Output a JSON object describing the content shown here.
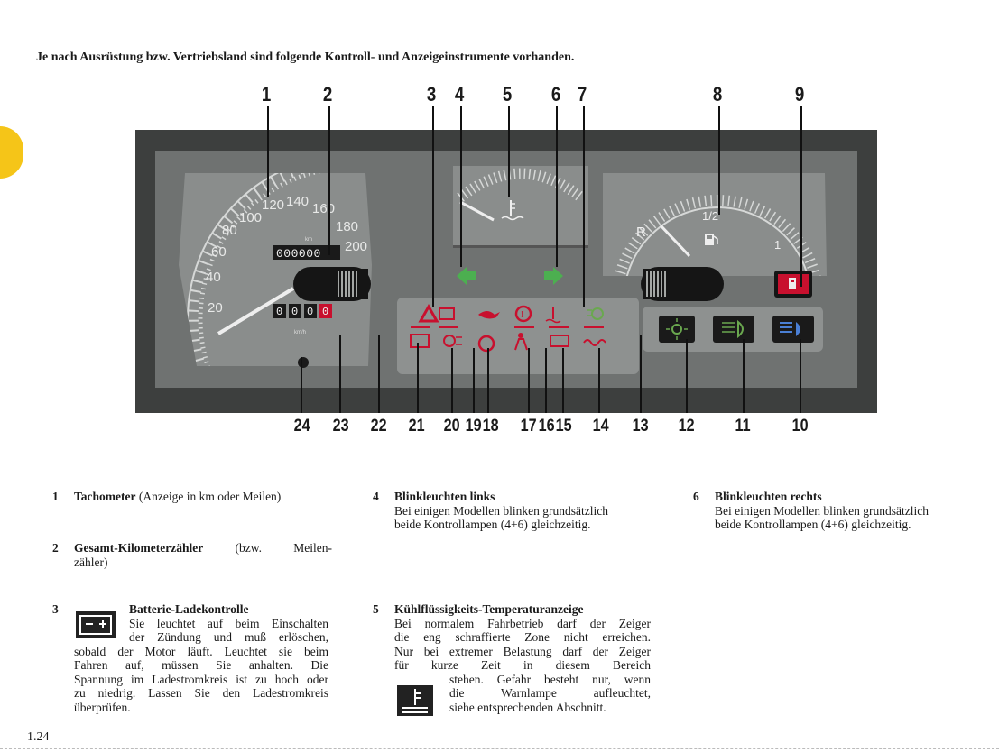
{
  "header": {
    "title": "Je nach Ausrüstung bzw. Vertriebsland sind folgende Kontroll- und Anzeigeinstrumente vorhanden."
  },
  "callouts": {
    "top": [
      "1",
      "2",
      "3",
      "4",
      "5",
      "6",
      "7",
      "8",
      "9"
    ],
    "bottom": [
      "24",
      "23",
      "22",
      "21",
      "20",
      "19",
      "18",
      "17",
      "16",
      "15",
      "14",
      "13",
      "12",
      "11",
      "10"
    ]
  },
  "dashboard": {
    "speedo_ticks": [
      "20",
      "40",
      "60",
      "80",
      "100",
      "120",
      "140",
      "160",
      "180",
      "200"
    ],
    "odometer": "000000",
    "odometer_unit": "km",
    "trip": [
      "0",
      "0",
      "0",
      "0"
    ],
    "speed_unit": "km/h",
    "fuel_half": "1/2",
    "fuel_reserve": "R",
    "fuel_full": "1",
    "colors": {
      "panel": "#9a9c9b",
      "frame": "#3d3f3e",
      "face": "#7e8180",
      "dial": "#cfd1d0",
      "red": "#c8102e",
      "green": "#4caf50"
    }
  },
  "descriptions": {
    "d1": {
      "num": "1",
      "title": "Tachometer",
      "rest": "(Anzeige in km oder Meilen)"
    },
    "d2": {
      "num": "2",
      "title": "Gesamt-Kilometerzähler",
      "rest": "(bzw. Meilen-",
      "rest2": "zähler)"
    },
    "d3": {
      "num": "3",
      "title": "Batterie-Ladekontrolle",
      "lines": [
        "Sie leuchtet auf beim Einschalten",
        "der Zündung und muß erlöschen,",
        "sobald der Motor läuft. Leuchtet sie beim",
        "Fahren auf, müssen Sie anhalten. Die",
        "Spannung im Ladestromkreis ist zu hoch oder",
        "zu niedrig. Lassen Sie den Ladestromkreis",
        "überprüfen."
      ]
    },
    "d4": {
      "num": "4",
      "title": "Blinkleuchten links",
      "lines": [
        "Bei einigen Modellen blinken grundsätzlich",
        "beide Kontrollampen (4+6) gleichzeitig."
      ]
    },
    "d5": {
      "num": "5",
      "title": "Kühlflüssigkeits-Temperaturanzeige",
      "lines": [
        "Bei normalem Fahrbetrieb darf der Zeiger",
        "die eng schraffierte Zone nicht erreichen.",
        "Nur bei extremer Belastung darf der Zeiger",
        "für kurze Zeit in diesem Bereich",
        "stehen. Gefahr besteht nur, wenn",
        "die Warnlampe aufleuchtet,",
        "siehe entsprechenden Abschnitt."
      ]
    },
    "d6": {
      "num": "6",
      "title": "Blinkleuchten rechts",
      "lines": [
        "Bei einigen Modellen blinken grundsätzlich",
        "beide Kontrollampen (4+6) gleichzeitig."
      ]
    }
  },
  "page_number": "1.24"
}
